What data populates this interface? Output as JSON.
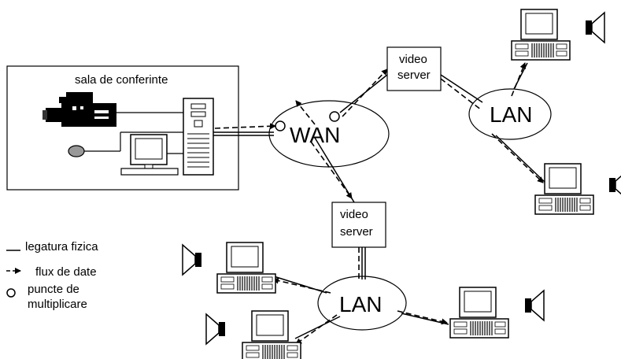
{
  "room": {
    "label": "sala de conferinte"
  },
  "networks": {
    "wan": "WAN",
    "lan_top": "LAN",
    "lan_bottom": "LAN"
  },
  "servers": {
    "top": {
      "line1": "video",
      "line2": "server"
    },
    "middle": {
      "line1": "video",
      "line2": "server"
    }
  },
  "legend": {
    "physical_link": "legatura fizica",
    "data_flow": "flux de date",
    "multiplication_points_line1": "puncte de",
    "multiplication_points_line2": "multiplicare"
  },
  "colors": {
    "stroke": "#000000",
    "background": "#ffffff",
    "device_fill": "#ffffff"
  }
}
